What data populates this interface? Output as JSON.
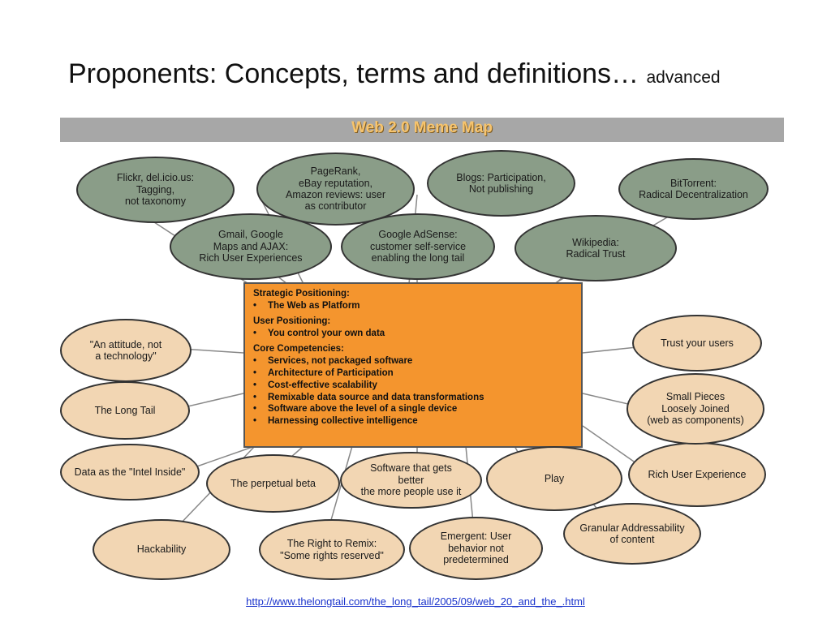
{
  "slide": {
    "title": "Proponents: Concepts, terms and definitions…",
    "subtitle": "advanced",
    "source_url": "http://www.thelongtail.com/the_long_tail/2005/09/web_20_and_the_.html"
  },
  "diagram": {
    "title": "Web 2.0 Meme Map",
    "colors": {
      "header": "#a7a7a7",
      "title_text": "#f7c46d",
      "green_oval": "#8a9d88",
      "tan_oval": "#f2d6b3",
      "center_box": "#f4952e",
      "link_url": "#1a33cc"
    },
    "green_nodes": [
      "Flickr, del.icio.us:\nTagging,\nnot taxonomy",
      "PageRank,\neBay reputation,\nAmazon reviews: user\nas contributor",
      "Blogs: Participation,\nNot publishing",
      "BitTorrent:\nRadical Decentralization",
      "Gmail, Google\nMaps and AJAX:\nRich User Experiences",
      "Google AdSense:\ncustomer self-service\nenabling the long tail",
      "Wikipedia:\nRadical Trust"
    ],
    "tan_nodes": [
      "\"An attitude, not\na technology\"",
      "The Long Tail",
      "Data as the \"Intel Inside\"",
      "The perpetual beta",
      "Software that gets\nbetter\nthe more people use it",
      "Play",
      "Rich User Experience",
      "Trust your users",
      "Small Pieces\nLoosely Joined\n(web as components)",
      "Granular Addressability\nof content",
      "Hackability",
      "The Right to Remix:\n\"Some rights reserved\"",
      "Emergent: User\nbehavior not\npredetermined"
    ],
    "core": {
      "strategic_heading": "Strategic Positioning:",
      "strategic_items": [
        "The Web as Platform"
      ],
      "user_heading": "User Positioning:",
      "user_items": [
        "You control your own data"
      ],
      "competencies_heading": "Core Competencies:",
      "competencies_items": [
        "Services, not packaged software",
        "Architecture of Participation",
        "Cost-effective scalability",
        "Remixable data source and data transformations",
        "Software above the level of a single device",
        "Harnessing collective intelligence"
      ]
    }
  }
}
